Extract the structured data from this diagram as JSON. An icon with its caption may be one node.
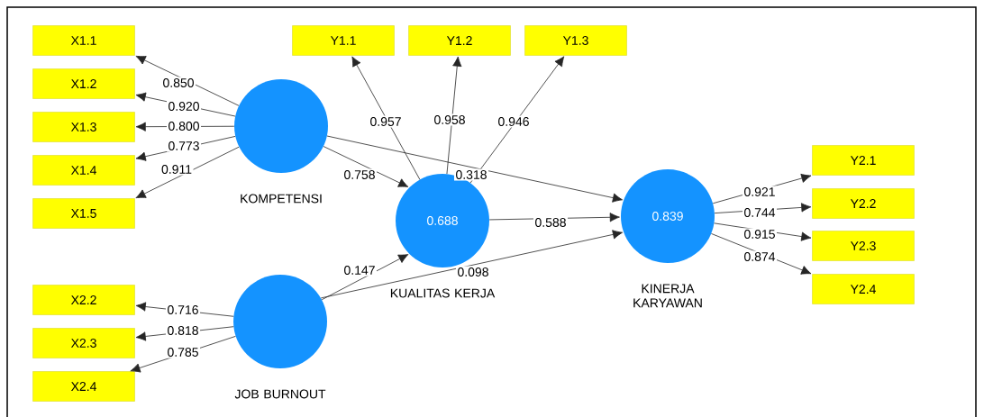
{
  "diagram": {
    "nodes": [
      {
        "text": [
          "X1.1"
        ]
      },
      {
        "text": [
          "X1.2"
        ]
      },
      {
        "text": [
          "X1.3"
        ]
      },
      {
        "text": [
          "X1.4"
        ]
      },
      {
        "text": [
          "X1.5"
        ]
      },
      {
        "text": [
          "Y1.1"
        ]
      },
      {
        "text": [
          "Y1.2"
        ]
      },
      {
        "text": [
          "Y1.3"
        ]
      },
      {
        "text": [
          "KOMPETENSI"
        ]
      },
      {
        "text": [
          "0.688",
          "KUALITAS KERJA"
        ]
      },
      {
        "text": [
          "0.839",
          "KINERJA KARYAWAN"
        ]
      },
      {
        "text": [
          "Y2.1"
        ]
      },
      {
        "text": [
          "Y2.2"
        ]
      },
      {
        "text": [
          "Y2.3"
        ]
      },
      {
        "text": [
          "Y2.4"
        ]
      },
      {
        "text": [
          "X2.2"
        ]
      },
      {
        "text": [
          "X2.3"
        ]
      },
      {
        "text": [
          "X2.4"
        ]
      },
      {
        "text": [
          "JOB BURNOUT"
        ]
      }
    ],
    "edges": [
      {
        "from": 8,
        "to": 0,
        "arrow": "to",
        "label": "0.850"
      },
      {
        "from": 8,
        "to": 1,
        "arrow": "to",
        "label": "0.920"
      },
      {
        "from": 8,
        "to": 2,
        "arrow": "to",
        "label": "0.800"
      },
      {
        "from": 8,
        "to": 3,
        "arrow": "to",
        "label": "0.773"
      },
      {
        "from": 8,
        "to": 4,
        "arrow": "to",
        "label": "0.911"
      },
      {
        "from": 9,
        "to": 5,
        "arrow": "to",
        "label": "0.957"
      },
      {
        "from": 9,
        "to": 6,
        "arrow": "to",
        "label": "0.958"
      },
      {
        "from": 9,
        "to": 7,
        "arrow": "to",
        "label": "0.946"
      },
      {
        "from": 8,
        "to": 9,
        "arrow": "to",
        "label": "0.758"
      },
      {
        "from": 8,
        "to": 10,
        "arrow": "to",
        "label": "0.318"
      },
      {
        "from": 9,
        "to": 10,
        "arrow": "to",
        "label": "0.588"
      },
      {
        "from": 18,
        "to": 9,
        "arrow": "to",
        "label": "0.147"
      },
      {
        "from": 18,
        "to": 10,
        "arrow": "to",
        "label": "0.098"
      },
      {
        "from": 18,
        "to": 15,
        "arrow": "to",
        "label": "0.716"
      },
      {
        "from": 18,
        "to": 16,
        "arrow": "to",
        "label": "0.818"
      },
      {
        "from": 18,
        "to": 17,
        "arrow": "to",
        "label": "0.785"
      },
      {
        "from": 10,
        "to": 11,
        "arrow": "to",
        "label": "0.921"
      },
      {
        "from": 10,
        "to": 12,
        "arrow": "to",
        "label": "0.744"
      },
      {
        "from": 10,
        "to": 13,
        "arrow": "to",
        "label": "0.915"
      },
      {
        "from": 10,
        "to": 14,
        "arrow": "to",
        "label": "0.874"
      }
    ]
  }
}
